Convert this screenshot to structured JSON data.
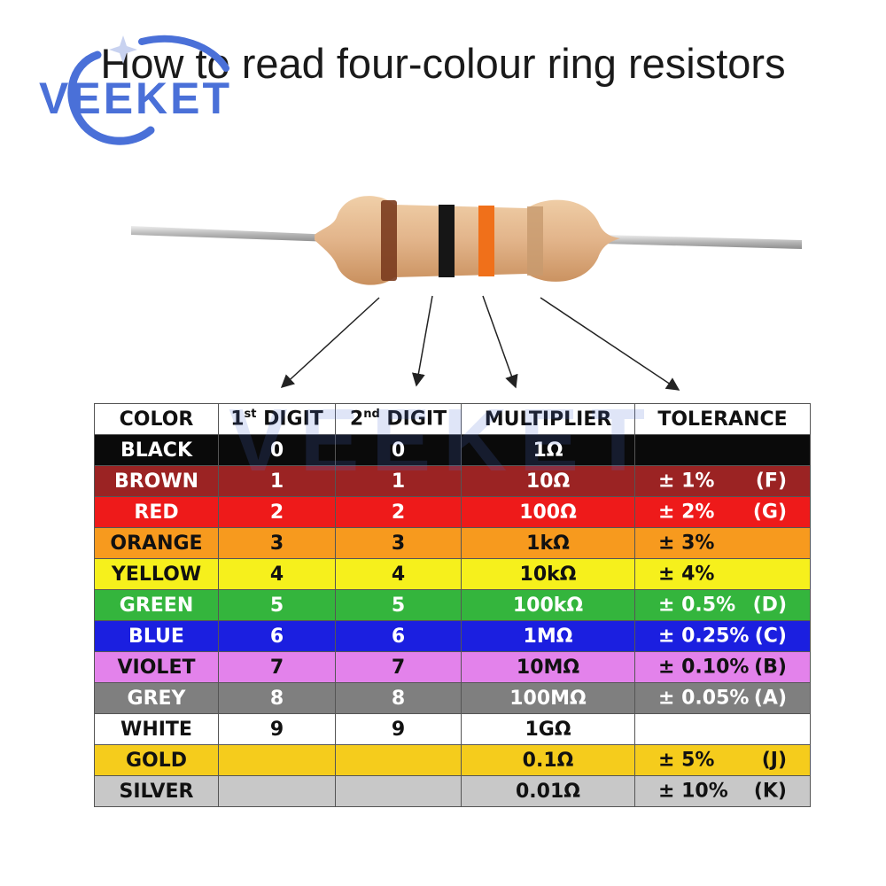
{
  "title": "How to read four-colour ring resistors",
  "logo": {
    "text": "VEEKET"
  },
  "watermark": "VEEKET",
  "table": {
    "headers": [
      "COLOR",
      "1",
      "st",
      " DIGIT",
      "2",
      "nd",
      " DIGIT",
      "MULTIPLIER",
      "TOLERANCE"
    ],
    "header_cells": {
      "color": "COLOR",
      "first_num": "1",
      "first_sup": "st",
      "first_rest": " DIGIT",
      "second_num": "2",
      "second_sup": "nd",
      "second_rest": " DIGIT",
      "multiplier": "MULTIPLIER",
      "tolerance": "TOLERANCE"
    },
    "rows": [
      {
        "color": "BLACK",
        "d1": "0",
        "d2": "0",
        "mult": "1Ω",
        "tol": "",
        "code": "",
        "bg": "#0a0a0a",
        "fg": "#ffffff"
      },
      {
        "color": "BROWN",
        "d1": "1",
        "d2": "1",
        "mult": "10Ω",
        "tol": "± 1%",
        "code": "(F)",
        "bg": "#9b2323",
        "fg": "#ffffff"
      },
      {
        "color": "RED",
        "d1": "2",
        "d2": "2",
        "mult": "100Ω",
        "tol": "± 2%",
        "code": "(G)",
        "bg": "#ee1a1a",
        "fg": "#ffffff"
      },
      {
        "color": "ORANGE",
        "d1": "3",
        "d2": "3",
        "mult": "1kΩ",
        "tol": "± 3%",
        "code": "",
        "bg": "#f79a1e",
        "fg": "#111111"
      },
      {
        "color": "YELLOW",
        "d1": "4",
        "d2": "4",
        "mult": "10kΩ",
        "tol": "± 4%",
        "code": "",
        "bg": "#f6f01c",
        "fg": "#111111"
      },
      {
        "color": "GREEN",
        "d1": "5",
        "d2": "5",
        "mult": "100kΩ",
        "tol": "± 0.5%",
        "code": "(D)",
        "bg": "#34b53d",
        "fg": "#ffffff"
      },
      {
        "color": "BLUE",
        "d1": "6",
        "d2": "6",
        "mult": "1MΩ",
        "tol": "± 0.25%",
        "code": "(C)",
        "bg": "#1b1fe0",
        "fg": "#ffffff"
      },
      {
        "color": "VIOLET",
        "d1": "7",
        "d2": "7",
        "mult": "10MΩ",
        "tol": "± 0.10%",
        "code": "(B)",
        "bg": "#e382eb",
        "fg": "#111111"
      },
      {
        "color": "GREY",
        "d1": "8",
        "d2": "8",
        "mult": "100MΩ",
        "tol": "± 0.05%",
        "code": "(A)",
        "bg": "#7f7f7f",
        "fg": "#ffffff"
      },
      {
        "color": "WHITE",
        "d1": "9",
        "d2": "9",
        "mult": "1GΩ",
        "tol": "",
        "code": "",
        "bg": "#ffffff",
        "fg": "#111111"
      },
      {
        "color": "GOLD",
        "d1": "",
        "d2": "",
        "mult": "0.1Ω",
        "tol": "± 5%",
        "code": "(J)",
        "bg": "#f5cc1c",
        "fg": "#111111"
      },
      {
        "color": "SILVER",
        "d1": "",
        "d2": "",
        "mult": "0.01Ω",
        "tol": "± 10%",
        "code": "(K)",
        "bg": "#c8c8c8",
        "fg": "#111111"
      }
    ]
  },
  "resistor": {
    "band_colors": [
      "#7a3b1e",
      "#161616",
      "#f0701a",
      "#c79a6e"
    ],
    "body_color": "#e2b48a",
    "lead_color": "#c9c9c9"
  },
  "colors": {
    "logo": "#4a70d8",
    "arrow": "#222222"
  }
}
